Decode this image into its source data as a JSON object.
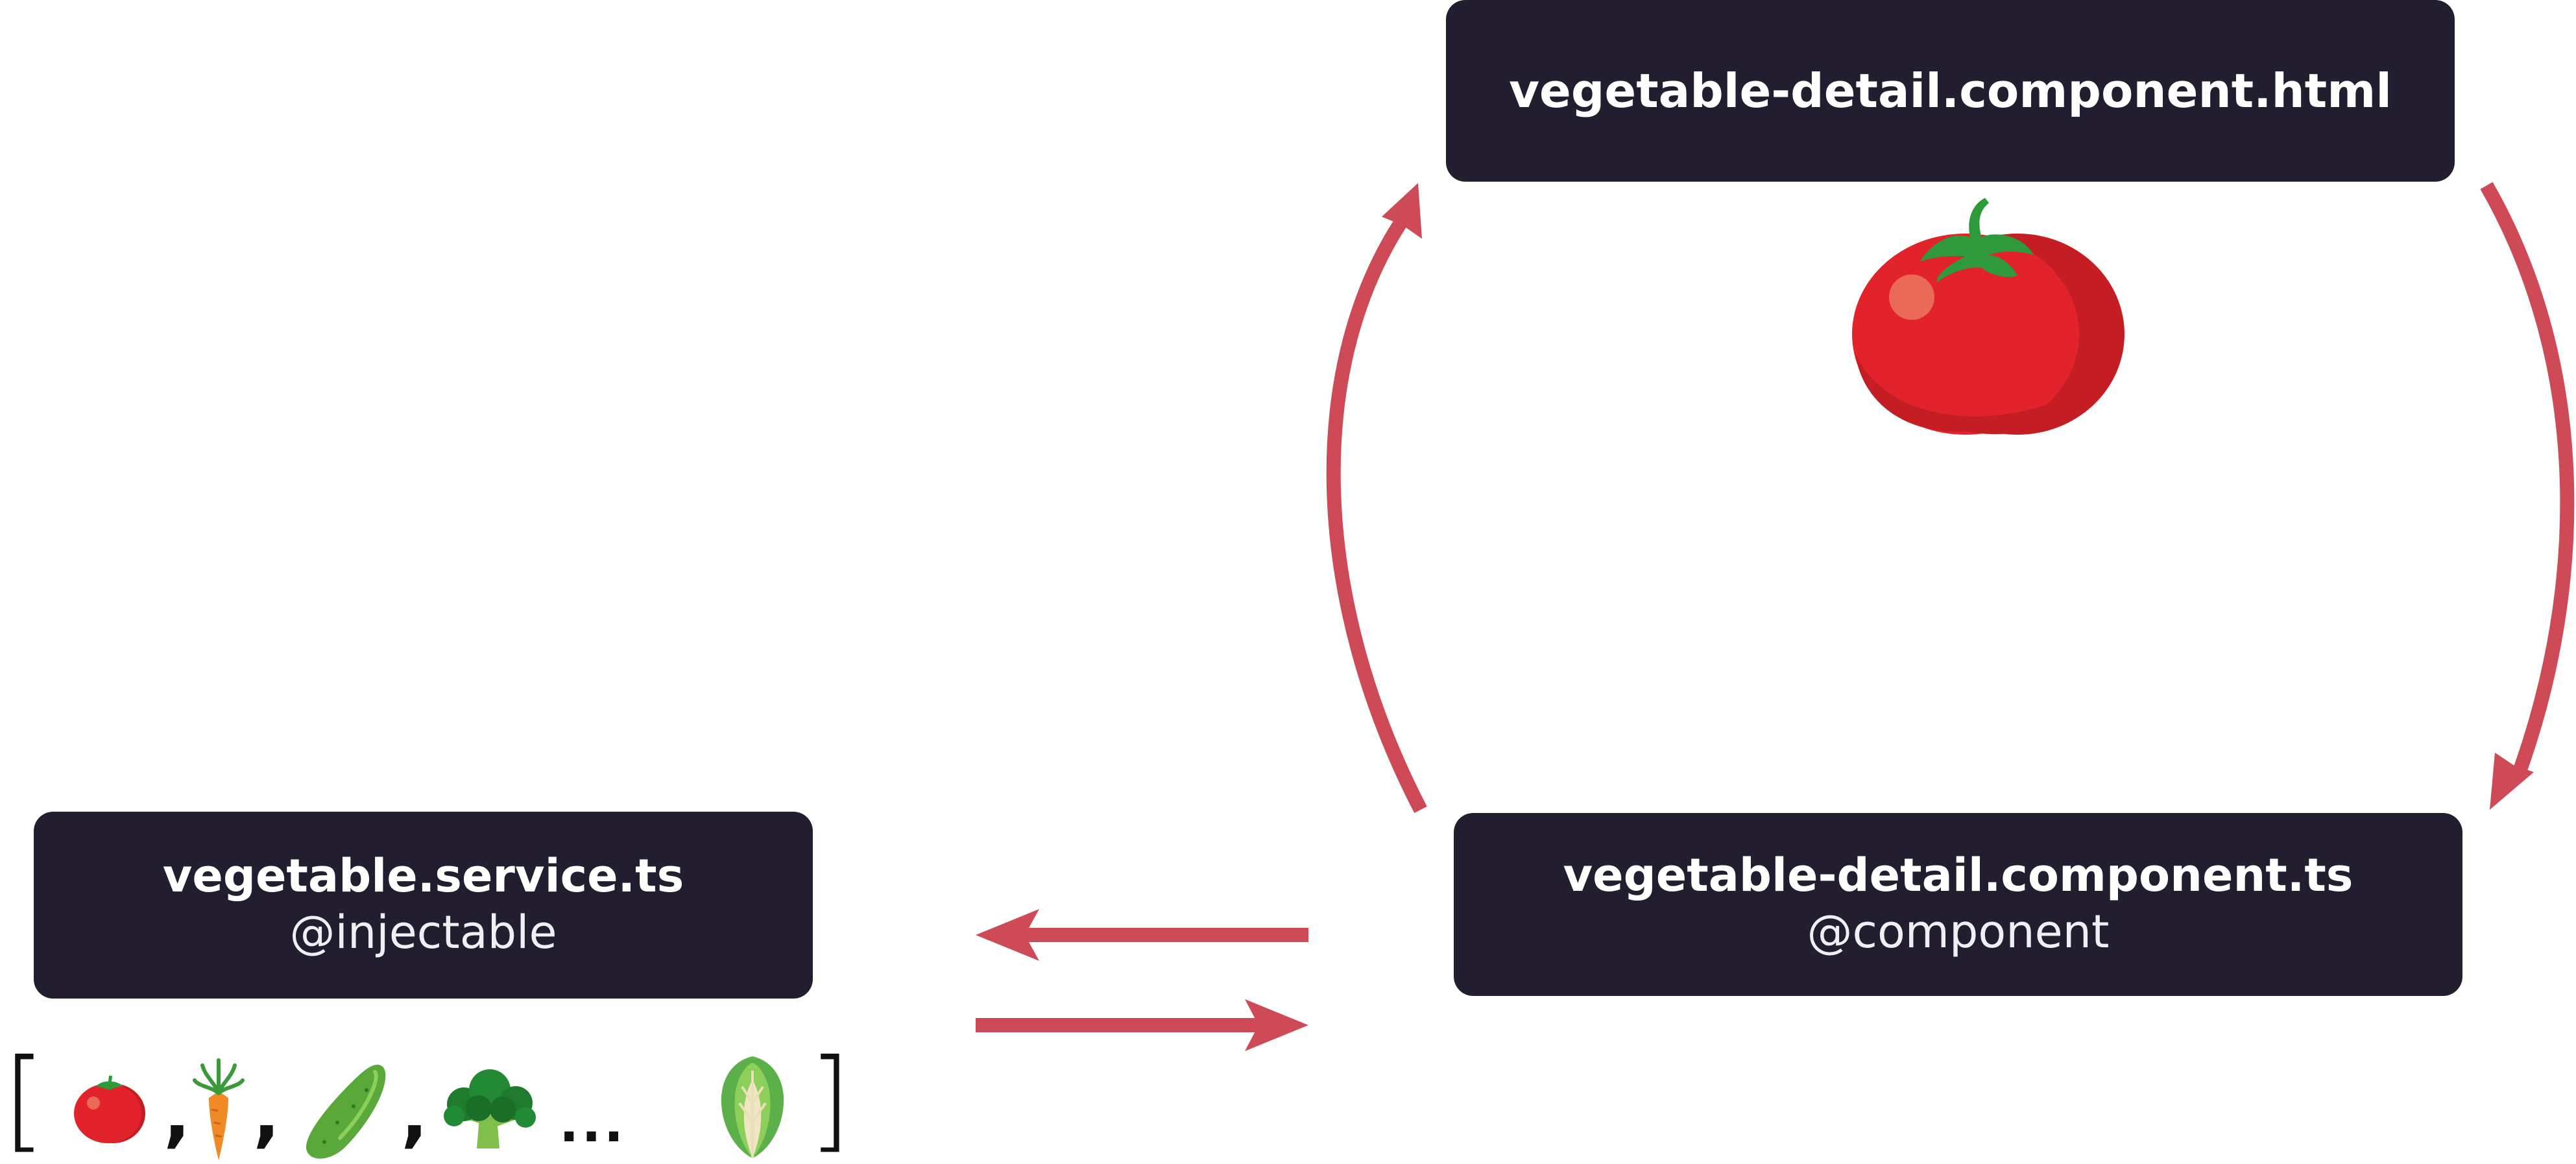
{
  "colors": {
    "box_bg": "#221e30",
    "arrow": "#cf4a57",
    "text_on_box": "#ffffff"
  },
  "boxes": {
    "template": {
      "title": "vegetable-detail.component.html"
    },
    "service": {
      "title": "vegetable.service.ts",
      "decorator": "@injectable"
    },
    "component": {
      "title": "vegetable-detail.component.ts",
      "decorator": "@component"
    }
  },
  "illustration": {
    "selected_vegetable_icon": "tomato-icon"
  },
  "vegetable_list": {
    "open_bracket": "[",
    "close_bracket": "]",
    "separator": ",",
    "ellipsis": "...",
    "items": [
      "tomato-icon",
      "carrot-icon",
      "cucumber-icon",
      "broccoli-icon",
      "lettuce-icon"
    ]
  },
  "arrows": [
    {
      "from": "component",
      "to": "template",
      "shape": "curved"
    },
    {
      "from": "template",
      "to": "component",
      "shape": "curved"
    },
    {
      "from": "component",
      "to": "service",
      "shape": "straight"
    },
    {
      "from": "service",
      "to": "component",
      "shape": "straight"
    }
  ]
}
